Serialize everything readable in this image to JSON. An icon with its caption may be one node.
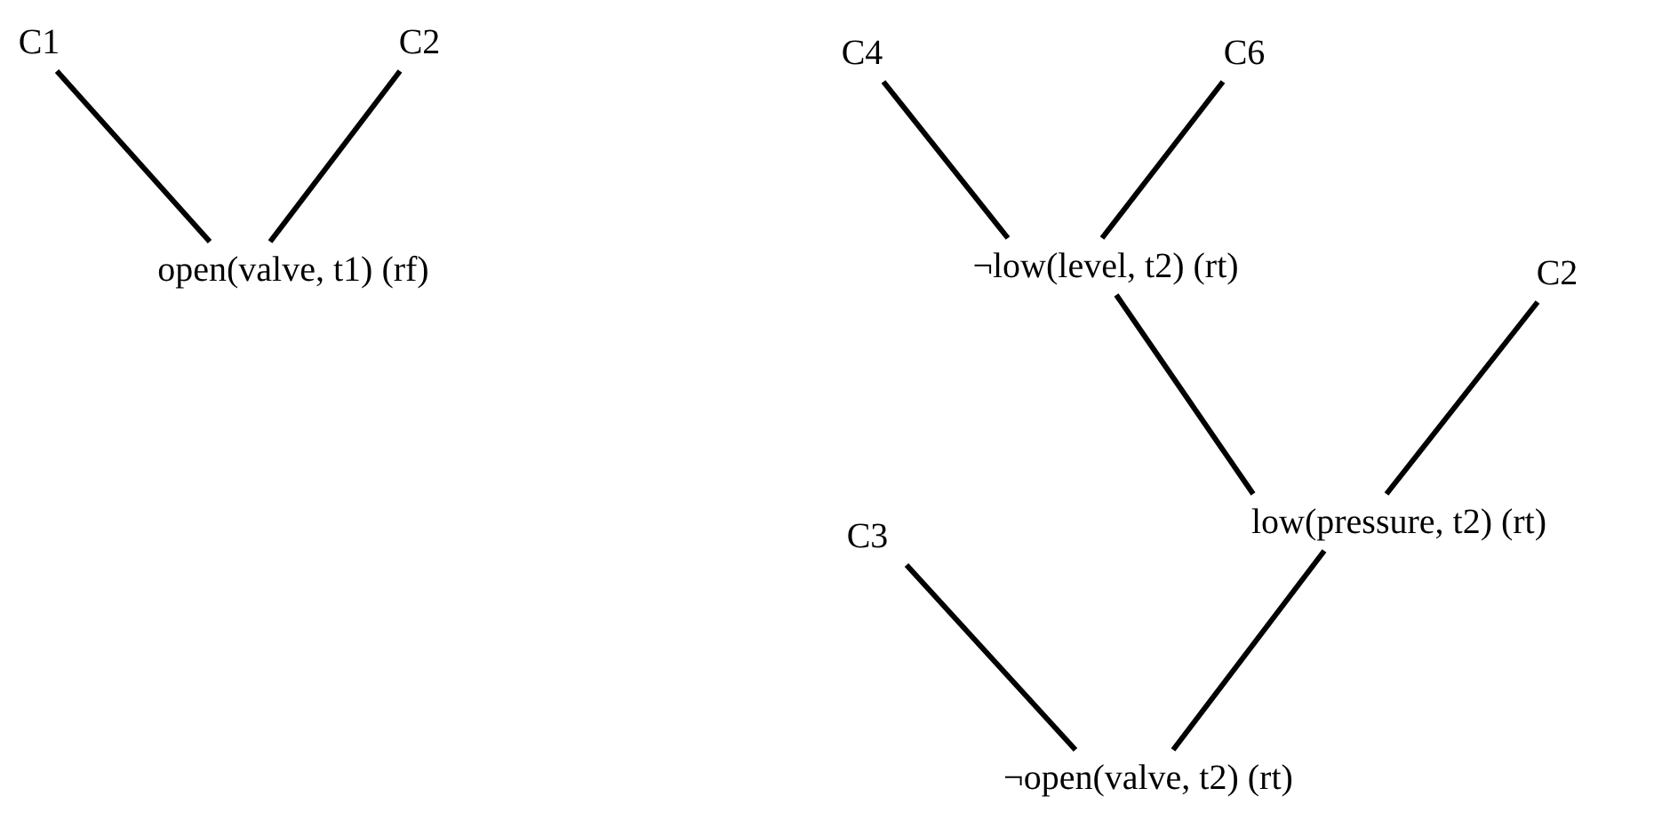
{
  "diagram": {
    "nodes": [
      {
        "text": [
          "C1"
        ]
      },
      {
        "text": [
          "C2"
        ]
      },
      {
        "text": [
          "open(valve, t1) (rf)"
        ]
      },
      {
        "text": [
          "C4"
        ]
      },
      {
        "text": [
          "C6"
        ]
      },
      {
        "text": [
          "¬low(level, t2) (rt)"
        ]
      },
      {
        "text": [
          "C2"
        ]
      },
      {
        "text": [
          "low(pressure, t2) (rt)"
        ]
      },
      {
        "text": [
          "C3"
        ]
      },
      {
        "text": [
          "¬open(valve, t2) (rt)"
        ]
      }
    ],
    "edges": [
      {
        "from": 0,
        "to": 2,
        "arrow": "none"
      },
      {
        "from": 1,
        "to": 2,
        "arrow": "none"
      },
      {
        "from": 3,
        "to": 5,
        "arrow": "none"
      },
      {
        "from": 4,
        "to": 5,
        "arrow": "none"
      },
      {
        "from": 5,
        "to": 7,
        "arrow": "none"
      },
      {
        "from": 6,
        "to": 7,
        "arrow": "none"
      },
      {
        "from": 8,
        "to": 9,
        "arrow": "none"
      },
      {
        "from": 7,
        "to": 9,
        "arrow": "none"
      }
    ]
  }
}
